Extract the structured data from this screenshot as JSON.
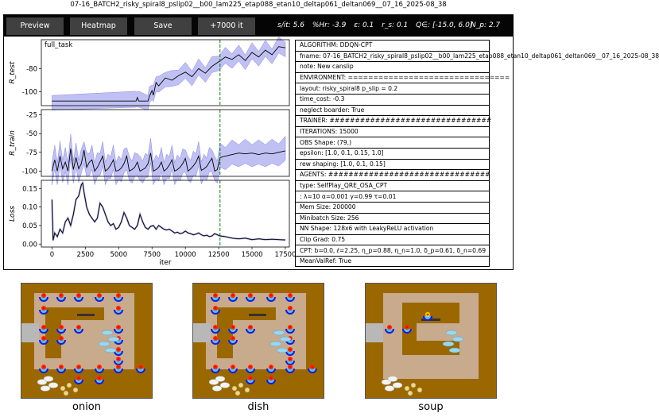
{
  "window": {
    "title": "07-16_BATCH2_risky_spiral8_pslip02__b00_lam225_etap088_etan10_deltap061_deltan069__07_16_2025-08_38"
  },
  "toolbar": {
    "buttons": [
      "Preview",
      "Heatmap",
      "Save",
      "+7000 it"
    ],
    "stats": [
      "s/it: 5.6",
      "%Hr: -3.9",
      "ε: 0.1",
      "r_s: 0.1",
      "Q∈: [-15.0, 6.0]"
    ],
    "np": "N_p: 2.7"
  },
  "colors": {
    "mean_line": "#000000",
    "band": "#b0b0f0",
    "vline": "#008000",
    "floor": "#9b6800",
    "counter": "#c8aa8c",
    "wall": "#b8b8b8"
  },
  "chart_data": [
    {
      "type": "line",
      "legend_text": "full_task",
      "ylabel": "R_test",
      "yticks": [
        -80,
        -100
      ],
      "ylim": [
        -112,
        -55
      ],
      "xlim": [
        -800,
        17800
      ],
      "vline_x": 12600,
      "series": [
        {
          "name": "",
          "x": [
            0,
            6300,
            6400,
            6500,
            7200,
            7300,
            7500,
            7600,
            7800,
            8000,
            8500,
            9000,
            9500,
            10000,
            10500,
            11000,
            11500,
            12000,
            12500,
            13000,
            13500,
            14000,
            14500,
            15000,
            15500,
            16000,
            16500,
            17000,
            17500
          ],
          "values": [
            -108,
            -108,
            -105,
            -108,
            -108,
            -104,
            -99,
            -103,
            -92,
            -95,
            -88,
            -90,
            -86,
            -83,
            -87,
            -80,
            -84,
            -78,
            -74,
            -70,
            -72,
            -68,
            -73,
            -66,
            -70,
            -64,
            -68,
            -61,
            -62
          ]
        }
      ]
    },
    {
      "type": "line",
      "ylabel": "R_train",
      "yticks": [
        -25,
        -50,
        -75,
        -100
      ],
      "ylim": [
        -107,
        -18
      ],
      "xlim": [
        -800,
        17800
      ],
      "vline_x": 12600,
      "series": [
        {
          "name": "",
          "x": [
            0,
            200,
            400,
            600,
            800,
            1000,
            1200,
            1400,
            1600,
            1800,
            2000,
            2200,
            2400,
            2600,
            2800,
            3000,
            3200,
            3400,
            3600,
            3800,
            4000,
            4200,
            4400,
            4600,
            4800,
            5000,
            5200,
            5400,
            5600,
            5800,
            6000,
            6200,
            6400,
            6600,
            6800,
            7000,
            7200,
            7400,
            7600,
            7800,
            8000,
            8200,
            8400,
            8600,
            8800,
            9000,
            9200,
            9400,
            9600,
            9800,
            10000,
            10200,
            10400,
            10600,
            10800,
            11000,
            11200,
            11400,
            11600,
            11800,
            12000,
            12200,
            12400,
            12600,
            13000,
            13500,
            14000,
            14500,
            15000,
            15500,
            16000,
            16500,
            17000,
            17500
          ],
          "values": [
            -100,
            -85,
            -100,
            -80,
            -97,
            -88,
            -100,
            -70,
            -98,
            -82,
            -97,
            -90,
            -72,
            -95,
            -88,
            -85,
            -100,
            -95,
            -88,
            -80,
            -100,
            -97,
            -92,
            -85,
            -100,
            -99,
            -96,
            -90,
            -80,
            -100,
            -98,
            -95,
            -88,
            -100,
            -98,
            -96,
            -90,
            -76,
            -100,
            -98,
            -95,
            -88,
            -100,
            -97,
            -92,
            -85,
            -100,
            -98,
            -95,
            -90,
            -83,
            -100,
            -97,
            -93,
            -88,
            -80,
            -99,
            -97,
            -94,
            -88,
            -83,
            -100,
            -98,
            -82,
            -80,
            -78,
            -76,
            -77,
            -76,
            -78,
            -76,
            -77,
            -75,
            -73
          ]
        }
      ]
    },
    {
      "type": "line",
      "ylabel": "Loss",
      "xlabel": "iter",
      "yticks": [
        0.15,
        0.1,
        0.05,
        0.0
      ],
      "xticks": [
        0,
        2500,
        5000,
        7500,
        10000,
        12500,
        15000,
        17500
      ],
      "ylim": [
        -0.008,
        0.172
      ],
      "xlim": [
        -800,
        17800
      ],
      "vline_x": 12600,
      "series": [
        {
          "name": "",
          "x": [
            0,
            80,
            200,
            400,
            600,
            800,
            1000,
            1200,
            1400,
            1600,
            1800,
            2000,
            2200,
            2300,
            2400,
            2600,
            2800,
            3000,
            3200,
            3400,
            3600,
            3800,
            4000,
            4200,
            4400,
            4600,
            4800,
            5000,
            5200,
            5400,
            5600,
            5800,
            6000,
            6200,
            6400,
            6600,
            6800,
            7000,
            7200,
            7400,
            7600,
            7800,
            8000,
            8200,
            8400,
            8600,
            8800,
            9000,
            9200,
            9400,
            9600,
            9800,
            10000,
            10200,
            10400,
            10600,
            10800,
            11000,
            11200,
            11400,
            11600,
            11800,
            12000,
            12200,
            12400,
            12600,
            13000,
            13500,
            14000,
            14500,
            15000,
            15500,
            16000,
            16500,
            17000,
            17500
          ],
          "values": [
            0.12,
            0.01,
            0.03,
            0.02,
            0.04,
            0.03,
            0.06,
            0.07,
            0.05,
            0.08,
            0.12,
            0.13,
            0.16,
            0.165,
            0.14,
            0.1,
            0.08,
            0.07,
            0.06,
            0.07,
            0.11,
            0.1,
            0.08,
            0.06,
            0.05,
            0.055,
            0.04,
            0.045,
            0.06,
            0.085,
            0.07,
            0.05,
            0.045,
            0.04,
            0.05,
            0.08,
            0.06,
            0.045,
            0.04,
            0.048,
            0.05,
            0.04,
            0.05,
            0.045,
            0.04,
            0.038,
            0.04,
            0.035,
            0.03,
            0.032,
            0.028,
            0.03,
            0.035,
            0.03,
            0.028,
            0.025,
            0.027,
            0.03,
            0.025,
            0.022,
            0.024,
            0.02,
            0.022,
            0.028,
            0.025,
            0.022,
            0.02,
            0.016,
            0.014,
            0.016,
            0.012,
            0.014,
            0.012,
            0.013,
            0.012,
            0.011
          ]
        }
      ]
    }
  ],
  "config": [
    "ALGORITHM: DDQN-CPT",
    "fname: 07-16_BATCH2_risky_spiral8_pslip02__b00_lam225_etap088_etan10_deltap061_deltan069__07_16_2025-08_38",
    "note: New canslip",
    "ENVIRONMENT: ================================",
    "layout: risky_spiral8 p_slip = 0.2",
    "time_cost: -0.3",
    "neglect boarder: True",
    "TRAINER: ################################",
    "ITERATIONS: 15000",
    "OBS Shape: (79,)",
    "epsilon: [1.0, 0.1, 0.15, 1.0]",
    "rew shaping: [1.0, 0.1, 0.15]",
    "AGENTS: ################################",
    "type: SelfPlay_QRE_OSA_CPT",
    ": λ=10  α=0.001  γ=0.99   τ=0.01",
    "Mem Size: 200000",
    "Minibatch Size: 256",
    "NN Shape: 128x6 with LeakyReLU activation",
    "Clip Grad: 0.75",
    "CPT: b=0.0, ℓ=2.25, η_p=0.88, η_n=1.0, δ_p=0.61, δ_n=0.69",
    "MeanValRef: True"
  ],
  "game_panels": [
    "onion",
    "dish",
    "soup"
  ]
}
